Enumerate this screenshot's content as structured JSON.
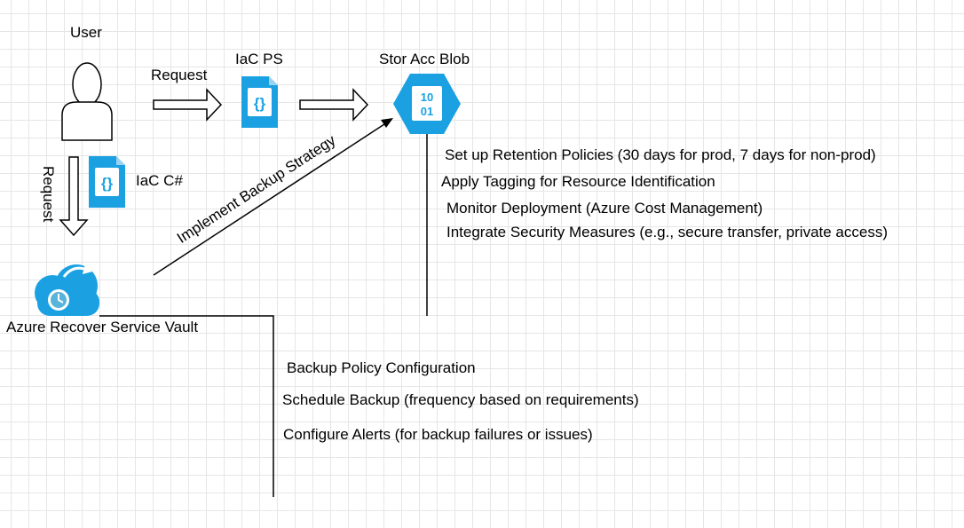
{
  "nodes": {
    "user": "User",
    "iac_ps": "IaC PS",
    "iac_cs": "IaC C#",
    "blob": "Stor Acc Blob",
    "vault": "Azure Recover Service Vault",
    "blob_icon_text": [
      "10",
      "01"
    ]
  },
  "edges": {
    "request_horizontal": "Request",
    "request_vertical": "Request",
    "implement": "Implement Backup Strategy"
  },
  "blob_steps": [
    "Set up Retention Policies (30 days for prod, 7 days for non-prod)",
    "Apply Tagging for Resource Identification",
    "Monitor Deployment (Azure Cost Management)",
    "Integrate Security Measures (e.g., secure transfer, private access)"
  ],
  "vault_steps": [
    "Backup Policy Configuration",
    "Schedule Backup (frequency based on requirements)",
    "Configure Alerts (for backup failures or issues)"
  ],
  "colors": {
    "azure": "#1ba1e2",
    "azure_light": "#59b4d9",
    "line": "#000000"
  }
}
